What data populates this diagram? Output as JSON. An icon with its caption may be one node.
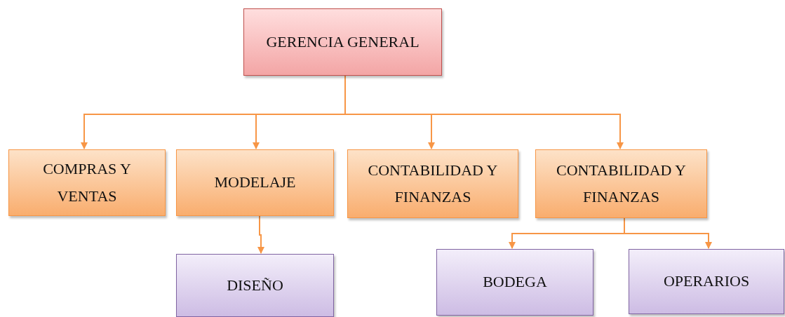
{
  "diagram": {
    "nodes": [
      {
        "text": [
          "GERENCIA GENERAL"
        ]
      },
      {
        "text": [
          "COMPRAS Y VENTAS"
        ]
      },
      {
        "text": [
          "MODELAJE"
        ]
      },
      {
        "text": [
          "CONTABILIDAD Y FINANZAS"
        ]
      },
      {
        "text": [
          "CONTABILIDAD Y FINANZAS"
        ]
      },
      {
        "text": [
          "DISEÑO"
        ]
      },
      {
        "text": [
          "BODEGA"
        ]
      },
      {
        "text": [
          "OPERARIOS"
        ]
      }
    ],
    "edges": [
      {
        "from": 0,
        "to": 1,
        "arrow": "to"
      },
      {
        "from": 0,
        "to": 2,
        "arrow": "to"
      },
      {
        "from": 0,
        "to": 3,
        "arrow": "to"
      },
      {
        "from": 0,
        "to": 4,
        "arrow": "to"
      },
      {
        "from": 2,
        "to": 5,
        "arrow": "to"
      },
      {
        "from": 4,
        "to": 6,
        "arrow": "to"
      },
      {
        "from": 4,
        "to": 7,
        "arrow": "to"
      }
    ]
  }
}
